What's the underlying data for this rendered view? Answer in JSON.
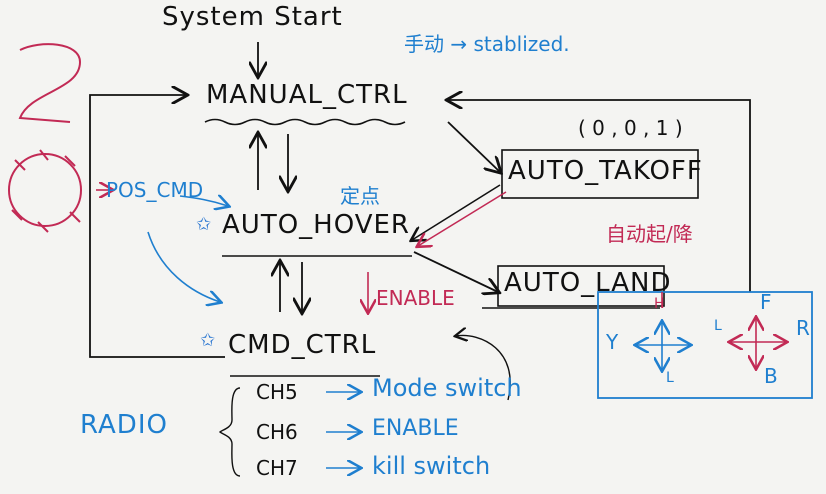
{
  "title": "System Start",
  "states": {
    "manual_ctrl": "MANUAL_CTRL",
    "auto_takeoff": "AUTO_TAKOFF",
    "auto_hover": "AUTO_HOVER",
    "auto_land": "AUTO_LAND",
    "cmd_ctrl": "CMD_CTRL"
  },
  "annotations": {
    "manual_note": "手动 → stablized.",
    "takeoff_coord": "( 0 , 0 , 1 )",
    "hover_note": "定点",
    "auto_takeoff_land_note": "自动起/降",
    "pos_cmd": "POS_CMD",
    "enable_edge": "ENABLE"
  },
  "radio": {
    "label": "RADIO",
    "items": [
      {
        "channel": "CH5",
        "action": "Mode switch"
      },
      {
        "channel": "CH6",
        "action": "ENABLE"
      },
      {
        "channel": "CH7",
        "action": "kill switch"
      }
    ]
  },
  "stick_diagram": {
    "left_labels": {
      "y": "Y",
      "h": "H",
      "l": "L"
    },
    "right_labels": {
      "f": "F",
      "r": "R",
      "b": "B",
      "l": "L"
    }
  },
  "colors": {
    "ink": "#111111",
    "blue": "#1f7fcf",
    "red": "#c22a55"
  }
}
